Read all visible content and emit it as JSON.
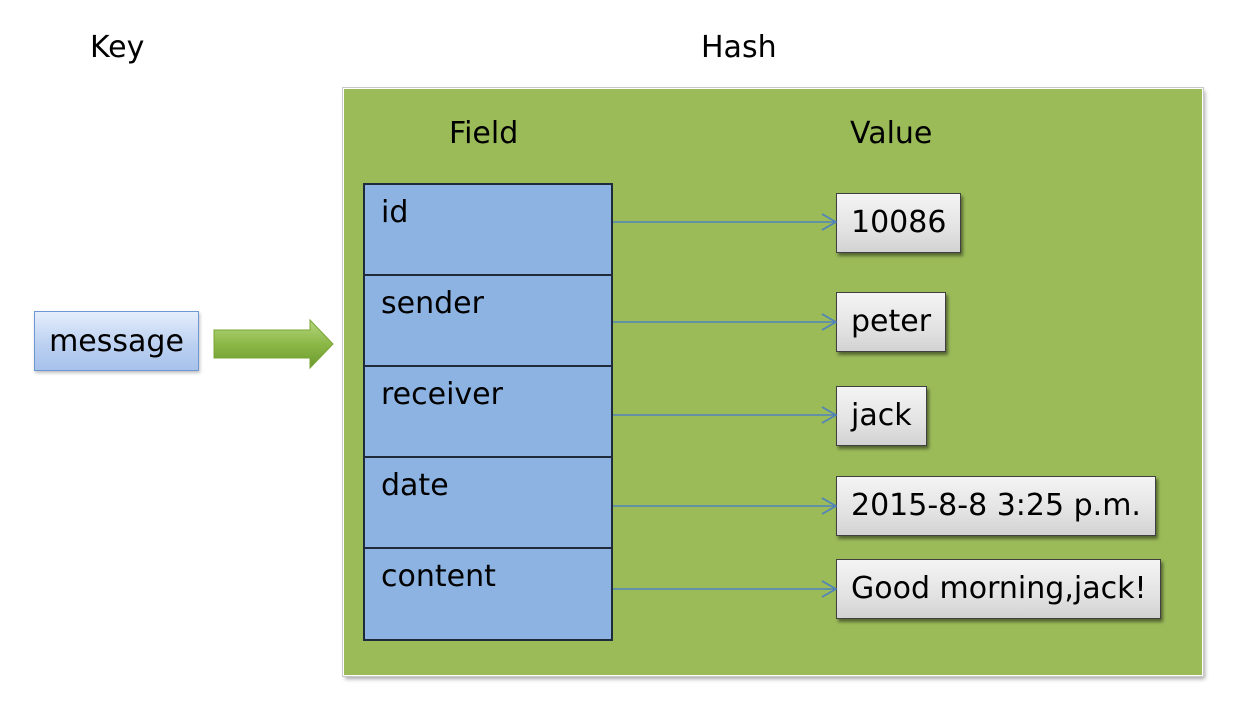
{
  "diagram": {
    "key_heading": "Key",
    "hash_heading": "Hash",
    "field_heading": "Field",
    "value_heading": "Value",
    "key": "message",
    "entries": [
      {
        "field": "id",
        "value": "10086"
      },
      {
        "field": "sender",
        "value": "peter"
      },
      {
        "field": "receiver",
        "value": "jack"
      },
      {
        "field": "date",
        "value": "2015-8-8 3:25 p.m."
      },
      {
        "field": "content",
        "value": "Good morning,jack!"
      }
    ]
  },
  "colors": {
    "hash_panel": "#9bbb59",
    "field_cells": "#8db3e2",
    "key_arrow": "#7aa534",
    "link_arrows": "#4f81bd",
    "value_boxes": "#e3e3e3"
  }
}
